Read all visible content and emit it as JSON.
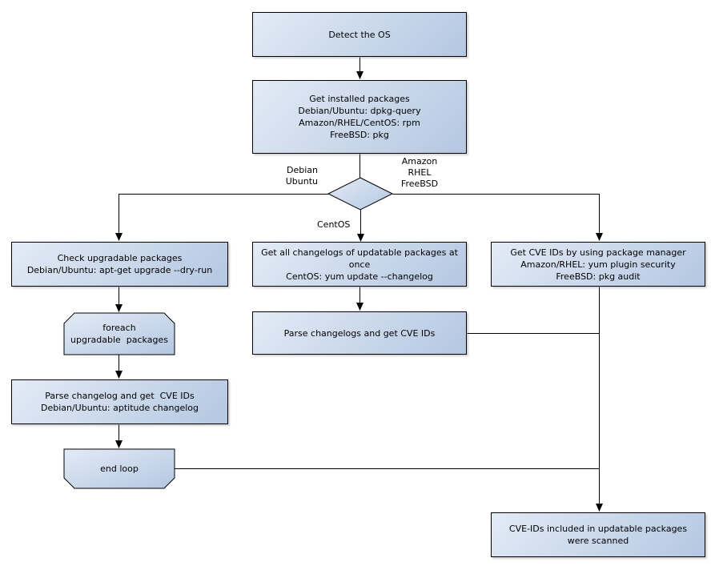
{
  "diagram": {
    "type": "flowchart",
    "colors": {
      "background": "#ffffff",
      "node_fill_light": "#e3ebf6",
      "node_fill_dark": "#b4c7e1",
      "node_border": "#000000",
      "connector": "#000000",
      "text": "#000000"
    },
    "nodes": {
      "detect_os": {
        "lines": [
          "Detect the OS"
        ]
      },
      "get_installed_packages": {
        "lines": [
          "Get installed packages",
          "Debian/Ubuntu: dpkg-query",
          "Amazon/RHEL/CentOS: rpm",
          "FreeBSD: pkg"
        ]
      },
      "check_upgradable": {
        "lines": [
          "Check upgradable packages",
          "Debian/Ubuntu: apt-get upgrade --dry-run"
        ]
      },
      "foreach_loop": {
        "lines": [
          "foreach",
          "upgradable  packages"
        ]
      },
      "parse_changelog_debian": {
        "lines": [
          "Parse changelog and get  CVE IDs",
          "Debian/Ubuntu: aptitude changelog"
        ]
      },
      "end_loop": {
        "lines": [
          "end loop"
        ]
      },
      "get_all_changelogs": {
        "lines": [
          "Get all changelogs of updatable packages at once",
          "CentOS: yum update --changelog"
        ]
      },
      "parse_changelogs_centos": {
        "lines": [
          "Parse changelogs and get CVE IDs"
        ]
      },
      "get_cve_ids_pkg_manager": {
        "lines": [
          "Get CVE IDs by using package manager",
          "Amazon/RHEL: yum plugin security",
          "FreeBSD: pkg audit"
        ]
      },
      "cve_ids_scanned": {
        "lines": [
          "CVE-IDs included in updatable packages",
          "were scanned"
        ]
      }
    },
    "edge_labels": {
      "debian_ubuntu": {
        "lines": [
          "Debian",
          "Ubuntu"
        ]
      },
      "amazon_rhel_freebsd": {
        "lines": [
          "Amazon",
          "RHEL",
          "FreeBSD"
        ]
      },
      "centos": {
        "lines": [
          "CentOS"
        ]
      }
    }
  }
}
